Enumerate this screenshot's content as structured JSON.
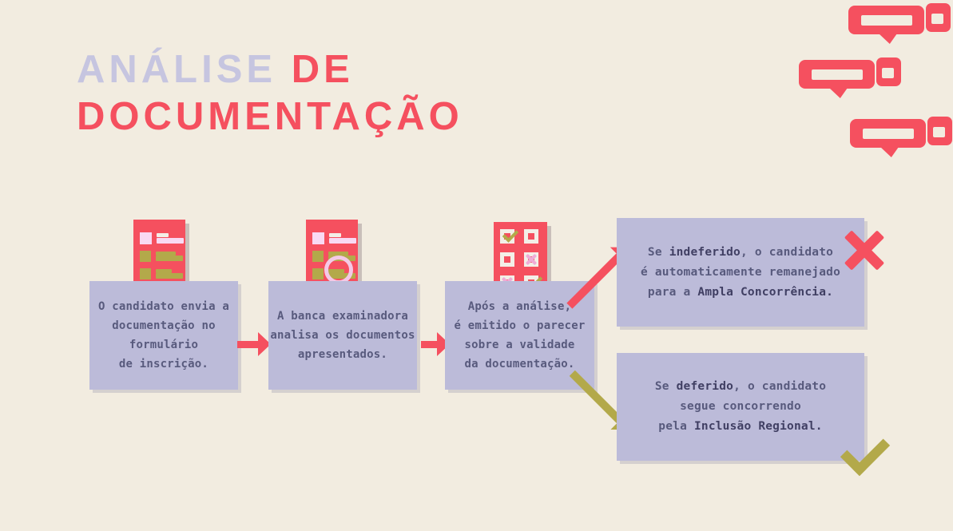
{
  "colors": {
    "background": "#f2ece0",
    "red": "#f5505f",
    "lavender_box": "#bcbbd9",
    "title_lavender": "#c6c5e0",
    "text_dark": "#585a7d",
    "text_bold": "#403f63",
    "olive": "#b3a94a",
    "pink_light": "#f9d9f3",
    "pink_magnifier": "#f4c9e6",
    "pink_x": "#f0abd6"
  },
  "title": {
    "word1": "ANÁLISE",
    "word2": "DE",
    "line2": "DOCUMENTAÇÃO"
  },
  "steps": [
    {
      "lines": [
        "O candidato envia a",
        "documentação no",
        "formulário",
        "de inscrição."
      ]
    },
    {
      "lines": [
        "A banca examinadora",
        "analisa os documentos",
        "apresentados."
      ]
    },
    {
      "lines": [
        "Após a análise,",
        "é emitido o parecer",
        "sobre a validade",
        "da documentação."
      ]
    }
  ],
  "outcomes": [
    {
      "line1_pre": "Se ",
      "line1_bold": "indeferido",
      "line1_post": ", o candidato",
      "line2": "é automaticamente remanejado",
      "line3_pre": "para a ",
      "line3_bold": "Ampla Concorrência."
    },
    {
      "line1_pre": "Se ",
      "line1_bold": "deferido",
      "line1_post": ", o candidato",
      "line2": "segue concorrendo",
      "line3_pre": "pela ",
      "line3_bold": "Inclusão Regional."
    }
  ]
}
